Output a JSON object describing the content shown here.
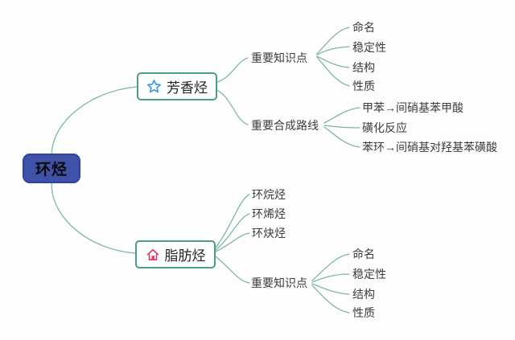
{
  "map": {
    "root": {
      "label": "环烃"
    },
    "aromatic": {
      "label": "芳香烃",
      "icon": "star-icon",
      "knowledge": {
        "label": "重要知识点",
        "items": [
          "命名",
          "稳定性",
          "结构",
          "性质"
        ]
      },
      "synthesis": {
        "label": "重要合成路线",
        "items": [
          "甲苯→间硝基苯甲酸",
          "磺化反应",
          "苯环→间硝基对羟基苯磺酸"
        ]
      }
    },
    "aliphatic": {
      "label": "脂肪烃",
      "icon": "home-icon",
      "types": [
        "环烷烃",
        "环烯烃",
        "环炔烃"
      ],
      "knowledge": {
        "label": "重要知识点",
        "items": [
          "命名",
          "稳定性",
          "结构",
          "性质"
        ]
      }
    }
  },
  "colors": {
    "root_fill": "#3E53A7",
    "root_border": "#32439A",
    "node_border": "#49A086",
    "connector_line": "#7FB8A4",
    "star_icon": "#3E9BE8",
    "home_icon": "#E13A60",
    "text": "#3C3C3C"
  }
}
